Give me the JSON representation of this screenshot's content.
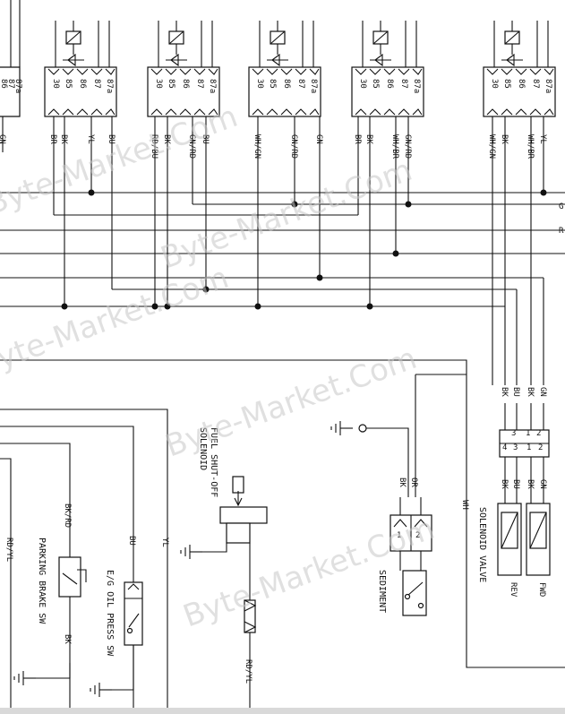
{
  "relay": {
    "pins": [
      "30",
      "85",
      "86",
      "87",
      "87a"
    ]
  },
  "relay_wires": {
    "r0": [
      ""
    ],
    "r1": [
      "GN",
      "BR",
      "BK",
      "YL",
      "BU"
    ],
    "r2": [
      "RD/BU",
      "BK",
      "GN/RD",
      "BU"
    ],
    "r3": [
      "WH/GN",
      "GN/RD",
      "GN"
    ],
    "r4": [
      "BR",
      "BK",
      "WH/BR",
      "GN/RD"
    ],
    "r5": [
      "WH/GN",
      "BK",
      "WH/BR",
      "YL"
    ]
  },
  "bus_edge_labels": {
    "g": "G",
    "r": "R"
  },
  "components": {
    "fuel_shutoff": {
      "line1": "FUEL SHUT-OFF",
      "line2": "SOLENOID",
      "wire": "RD/YL"
    },
    "parking_brake": {
      "label": "PARKING BRAKE SW",
      "wire_top": "BK/RD",
      "wire_bottom": "BK"
    },
    "oil_press": {
      "label": "E/G OIL PRESS SW",
      "wire_top": "BU"
    },
    "sediment": {
      "label": "SEDIMENT",
      "wire_or": "OR",
      "wire_bk": "BK",
      "pin1": "1",
      "pin2": "2"
    },
    "solenoid_valve": {
      "label": "SOLENOID VALVE",
      "rev": "REV",
      "fwd": "FWD",
      "top_wires": [
        "BK",
        "BU",
        "BK",
        "GN"
      ],
      "bottom_wires": [
        "BK",
        "BU",
        "BK",
        "GN"
      ],
      "pins_top": [
        "3",
        "1",
        "2"
      ],
      "pins_bottom": [
        "4",
        "3",
        "1",
        "2"
      ]
    }
  },
  "side_wires": {
    "rd_yl": "RD/YL",
    "yl": "YL",
    "wh": "WH"
  },
  "watermark": "Byte-Market.Com"
}
